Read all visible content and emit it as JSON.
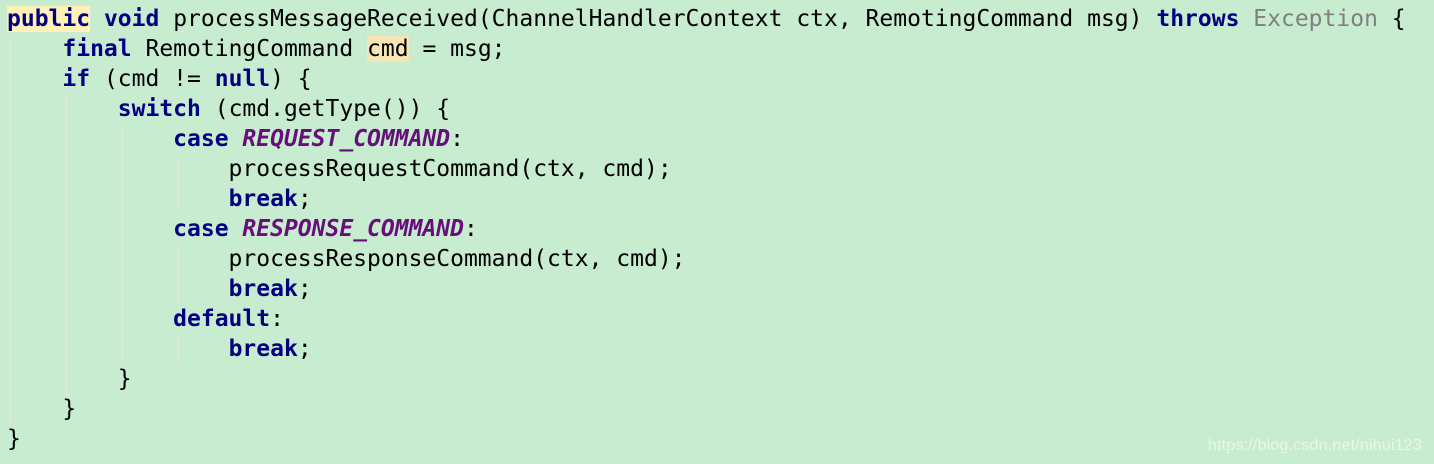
{
  "editor": {
    "background_color": "#c7ecd0",
    "keyword_color": "#000080",
    "constant_color": "#660e7a",
    "muted_type_color": "#808080",
    "usage_highlight_color": "#f6e6b6",
    "lines": [
      [
        {
          "t": "public",
          "c": "kw hl-caret"
        },
        {
          "t": " "
        },
        {
          "t": "void",
          "c": "kw"
        },
        {
          "t": " processMessageReceived(ChannelHandlerContext ctx, RemotingCommand msg) "
        },
        {
          "t": "throws",
          "c": "kw"
        },
        {
          "t": " "
        },
        {
          "t": "Exception",
          "c": "type-muted"
        },
        {
          "t": " {"
        }
      ],
      [
        {
          "t": "    "
        },
        {
          "t": "final",
          "c": "kw"
        },
        {
          "t": " RemotingCommand "
        },
        {
          "t": "cmd",
          "c": "hl-usage"
        },
        {
          "t": " = msg;"
        }
      ],
      [
        {
          "t": "    "
        },
        {
          "t": "if",
          "c": "kw"
        },
        {
          "t": " (cmd != "
        },
        {
          "t": "null",
          "c": "kw"
        },
        {
          "t": ") {"
        }
      ],
      [
        {
          "t": "        "
        },
        {
          "t": "switch",
          "c": "kw"
        },
        {
          "t": " (cmd.getType()) {"
        }
      ],
      [
        {
          "t": "            "
        },
        {
          "t": "case",
          "c": "kw"
        },
        {
          "t": " "
        },
        {
          "t": "REQUEST_COMMAND",
          "c": "const"
        },
        {
          "t": ":"
        }
      ],
      [
        {
          "t": "                processRequestCommand(ctx, cmd);"
        }
      ],
      [
        {
          "t": "                "
        },
        {
          "t": "break",
          "c": "kw"
        },
        {
          "t": ";"
        }
      ],
      [
        {
          "t": "            "
        },
        {
          "t": "case",
          "c": "kw"
        },
        {
          "t": " "
        },
        {
          "t": "RESPONSE_COMMAND",
          "c": "const"
        },
        {
          "t": ":"
        }
      ],
      [
        {
          "t": "                processResponseCommand(ctx, cmd);"
        }
      ],
      [
        {
          "t": "                "
        },
        {
          "t": "break",
          "c": "kw"
        },
        {
          "t": ";"
        }
      ],
      [
        {
          "t": "            "
        },
        {
          "t": "default",
          "c": "kw"
        },
        {
          "t": ":"
        }
      ],
      [
        {
          "t": "                "
        },
        {
          "t": "break",
          "c": "kw"
        },
        {
          "t": ";"
        }
      ],
      [
        {
          "t": "        }"
        }
      ],
      [
        {
          "t": "    }"
        }
      ],
      [
        {
          "t": "}"
        }
      ]
    ]
  },
  "watermark": {
    "text": "https://blog.csdn.net/nihui123"
  }
}
